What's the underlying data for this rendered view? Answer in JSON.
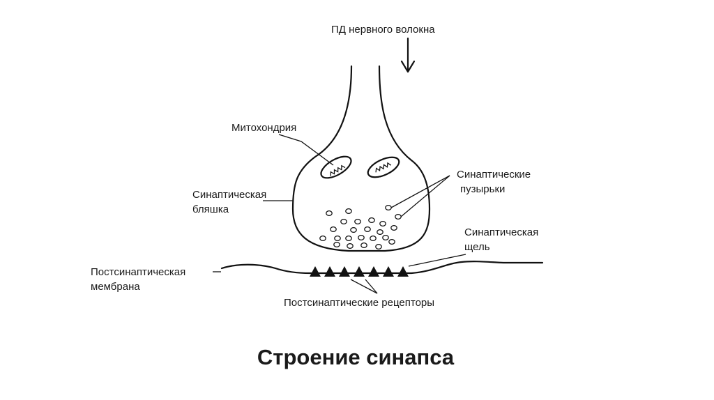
{
  "labels": {
    "action_potential": "ПД нервного волокна",
    "mitochondrion": "Митохондрия",
    "synaptic_vesicles_line1": "Синаптические",
    "synaptic_vesicles_line2": "пузырьки",
    "synaptic_plaque_line1": "Синаптическая",
    "synaptic_plaque_line2": "бляшка",
    "synaptic_cleft_line1": "Синаптическая",
    "synaptic_cleft_line2": "щель",
    "postsynaptic_membrane_line1": "Постсинаптическая",
    "postsynaptic_membrane_line2": "мембрана",
    "postsynaptic_receptors": "Постсинаптические рецепторы"
  },
  "title": "Строение синапса",
  "colors": {
    "ink": "#111111",
    "background": "#ffffff"
  },
  "receptor_count": 7,
  "mitochondria_count": 2
}
